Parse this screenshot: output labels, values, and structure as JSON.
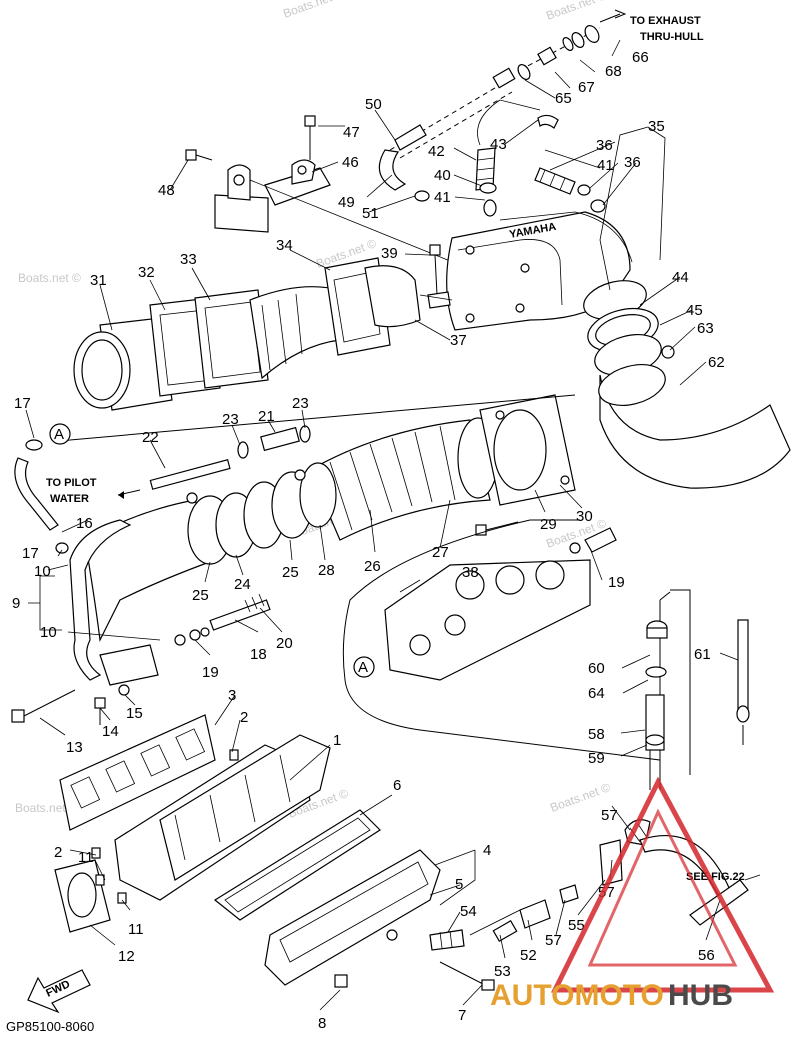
{
  "diagram_code": "GP85100-8060",
  "watermark": "Boats.net ©",
  "fwd_label": "FWD",
  "notes": {
    "exhaust": [
      "TO EXHAUST",
      "THRU-HULL"
    ],
    "pilot": [
      "TO PILOT",
      "WATER"
    ],
    "see_fig": "SEE FIG.22",
    "ref_a": "A"
  },
  "brand": {
    "yamaha": "YAMAHA",
    "logo_a": "AUTOMOTO",
    "logo_b": "HUB",
    "logo_color": "#e5a030",
    "logo_dark": "#4a4a4a",
    "triangle_color": "#d4242a"
  },
  "part_numbers": [
    "1",
    "2",
    "2",
    "3",
    "4",
    "5",
    "6",
    "7",
    "8",
    "9",
    "10",
    "10",
    "11",
    "11",
    "12",
    "13",
    "14",
    "15",
    "16",
    "17",
    "17",
    "18",
    "19",
    "19",
    "20",
    "21",
    "22",
    "23",
    "23",
    "24",
    "25",
    "25",
    "26",
    "27",
    "28",
    "29",
    "30",
    "31",
    "32",
    "33",
    "34",
    "35",
    "36",
    "36",
    "37",
    "38",
    "39",
    "40",
    "41",
    "41",
    "42",
    "43",
    "44",
    "45",
    "46",
    "47",
    "48",
    "49",
    "50",
    "51",
    "52",
    "53",
    "54",
    "55",
    "56",
    "57",
    "57",
    "57",
    "58",
    "59",
    "60",
    "61",
    "62",
    "63",
    "64",
    "65",
    "66",
    "67",
    "68"
  ]
}
